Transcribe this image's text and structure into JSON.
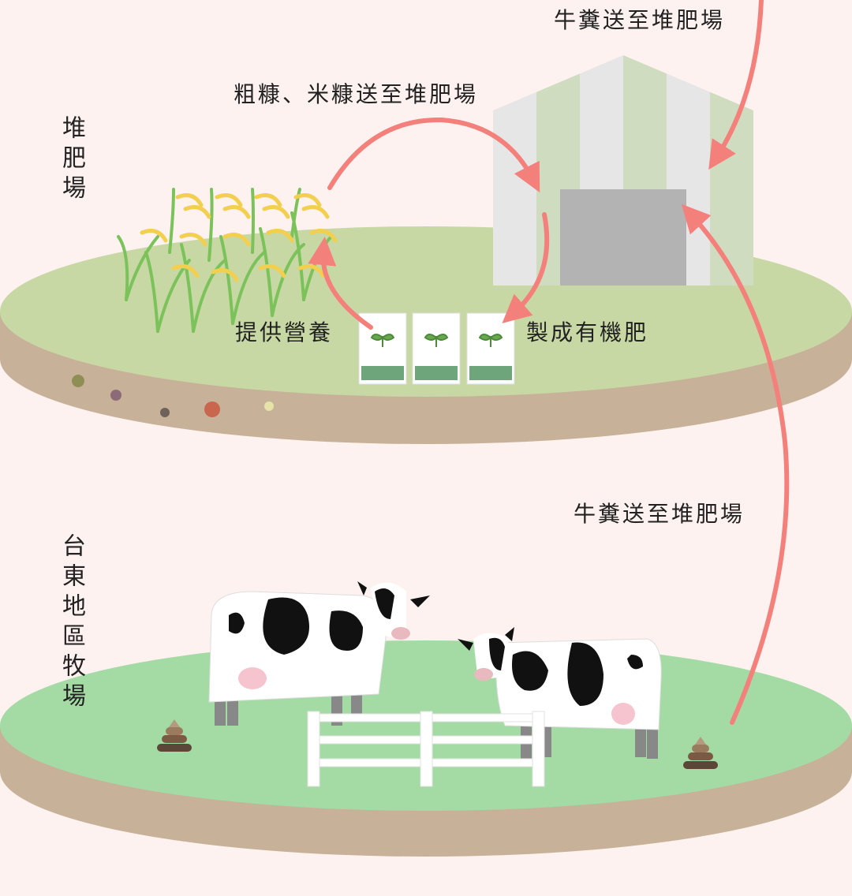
{
  "labels": {
    "manure_top": "牛糞送至堆肥場",
    "husk_bran": "粗糠、米糠送至堆肥場",
    "nutrition": "提供營養",
    "fertilizer": "製成有機肥",
    "manure_mid": "牛糞送至堆肥場"
  },
  "sections": {
    "compost": "堆肥場",
    "ranch": "台東地區牧場"
  },
  "colors": {
    "background": "#fdf2f0",
    "arrow": "#f4807c",
    "top_ground": "#c8d8a4",
    "bottom_ground": "#a4dba4",
    "soil": "#c7b299"
  }
}
